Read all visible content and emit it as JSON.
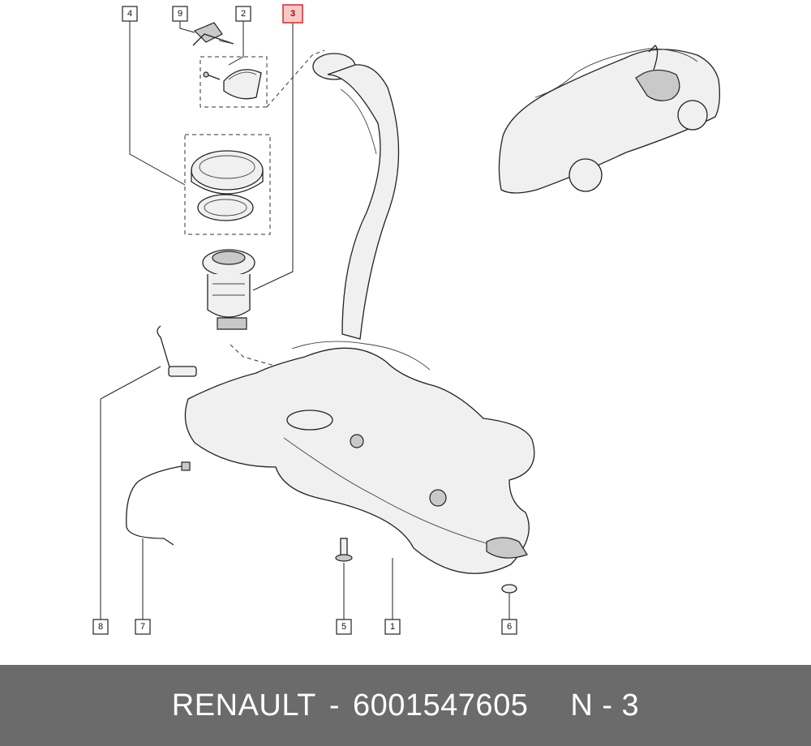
{
  "callouts": [
    {
      "label": "4",
      "highlight": false
    },
    {
      "label": "9",
      "highlight": false
    },
    {
      "label": "2",
      "highlight": false
    },
    {
      "label": "3",
      "highlight": true
    },
    {
      "label": "8",
      "highlight": false
    },
    {
      "label": "7",
      "highlight": false
    },
    {
      "label": "5",
      "highlight": false
    },
    {
      "label": "1",
      "highlight": false
    },
    {
      "label": "6",
      "highlight": false
    }
  ],
  "footer": {
    "brand": "RENAULT",
    "separator": "-",
    "part_number": "6001547605",
    "position_label": "N - 3"
  },
  "colors": {
    "footer_bg": "#6b6b6b",
    "highlight_fill": "#f8c8c8",
    "highlight_stroke": "#d33"
  }
}
